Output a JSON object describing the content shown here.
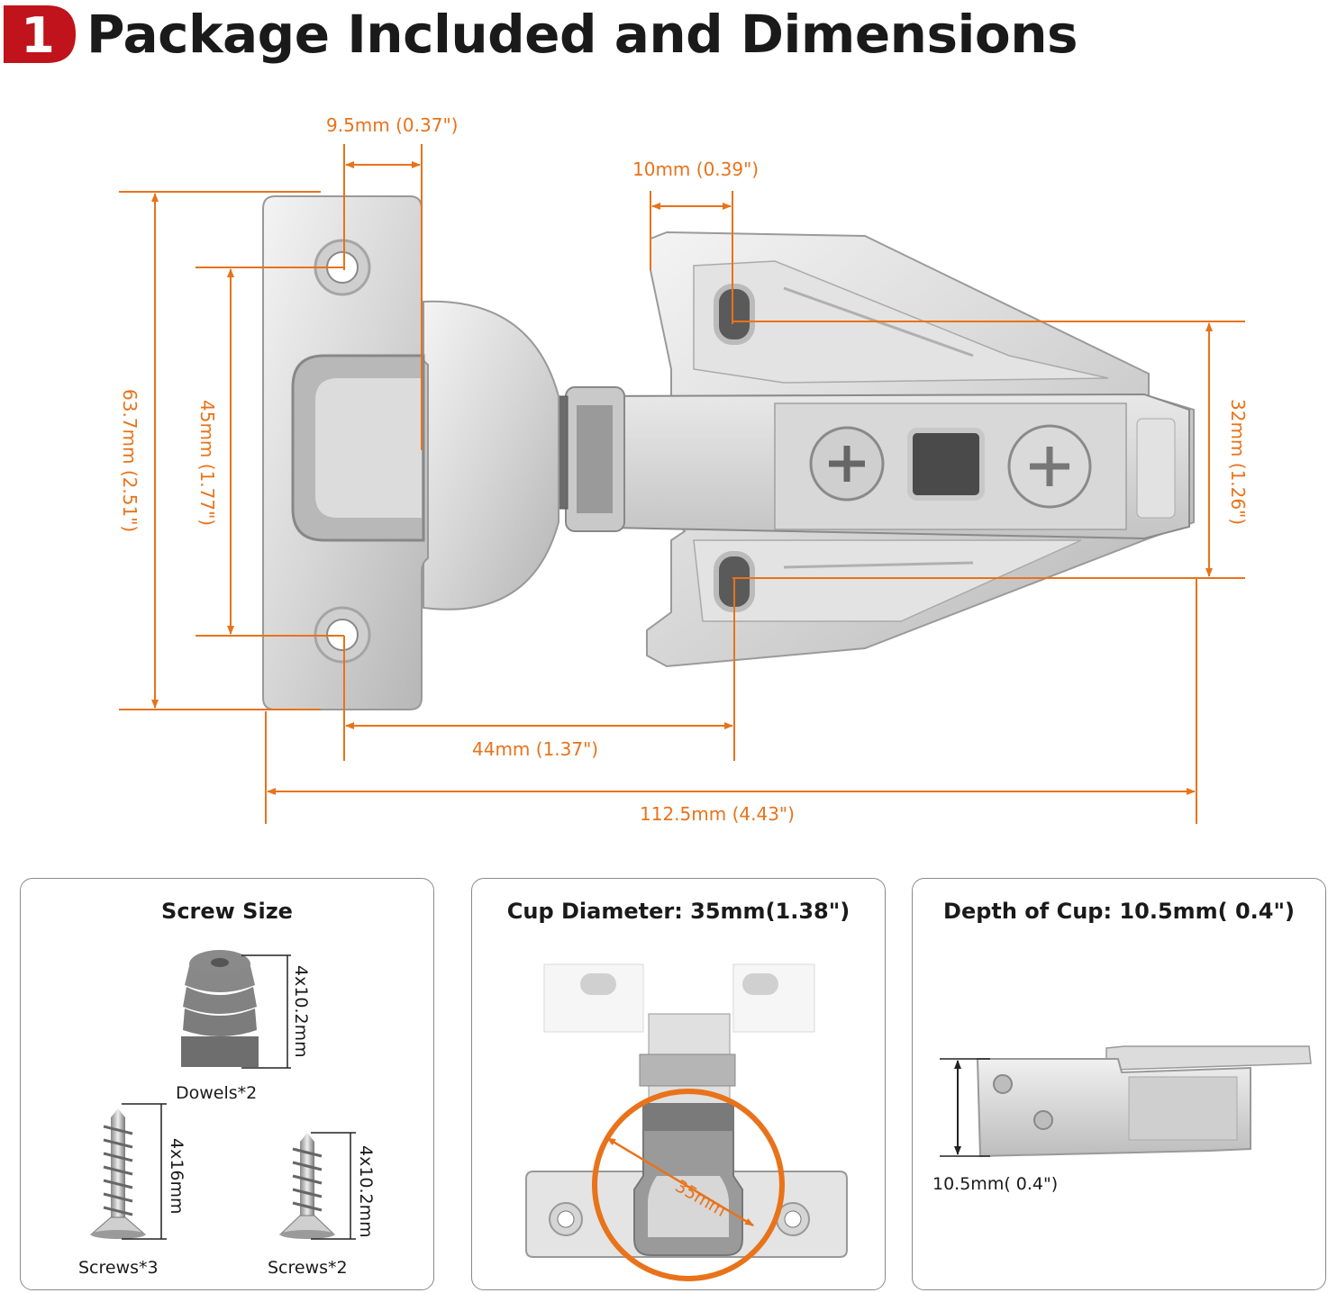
{
  "header": {
    "badge_number": "1",
    "title": "Package Included and Dimensions",
    "badge_color": "#c0131b"
  },
  "dimension_color": "#e8731a",
  "dimensions": {
    "screw_hole_offset": "9.5mm (0.37\")",
    "mount_slot_offset": "10mm (0.39\")",
    "plate_height": "63.7mm (2.51\")",
    "hole_spacing": "45mm (1.77\")",
    "mount_spacing": "32mm (1.26\")",
    "hole_to_mount": "44mm (1.37\")",
    "total_length": "112.5mm (4.43\")"
  },
  "panels": {
    "screw_size": {
      "title": "Screw Size",
      "dowel_size": "4x10.2mm",
      "dowel_label": "Dowels*2",
      "screw_long_size": "4x16mm",
      "screw_long_label": "Screws*3",
      "screw_short_size": "4x10.2mm",
      "screw_short_label": "Screws*2"
    },
    "cup_diameter": {
      "title": "Cup Diameter: 35mm(1.38\")",
      "circle_label": "35mm"
    },
    "cup_depth": {
      "title": "Depth of Cup: 10.5mm( 0.4\")",
      "depth_label": "10.5mm( 0.4\")"
    }
  }
}
